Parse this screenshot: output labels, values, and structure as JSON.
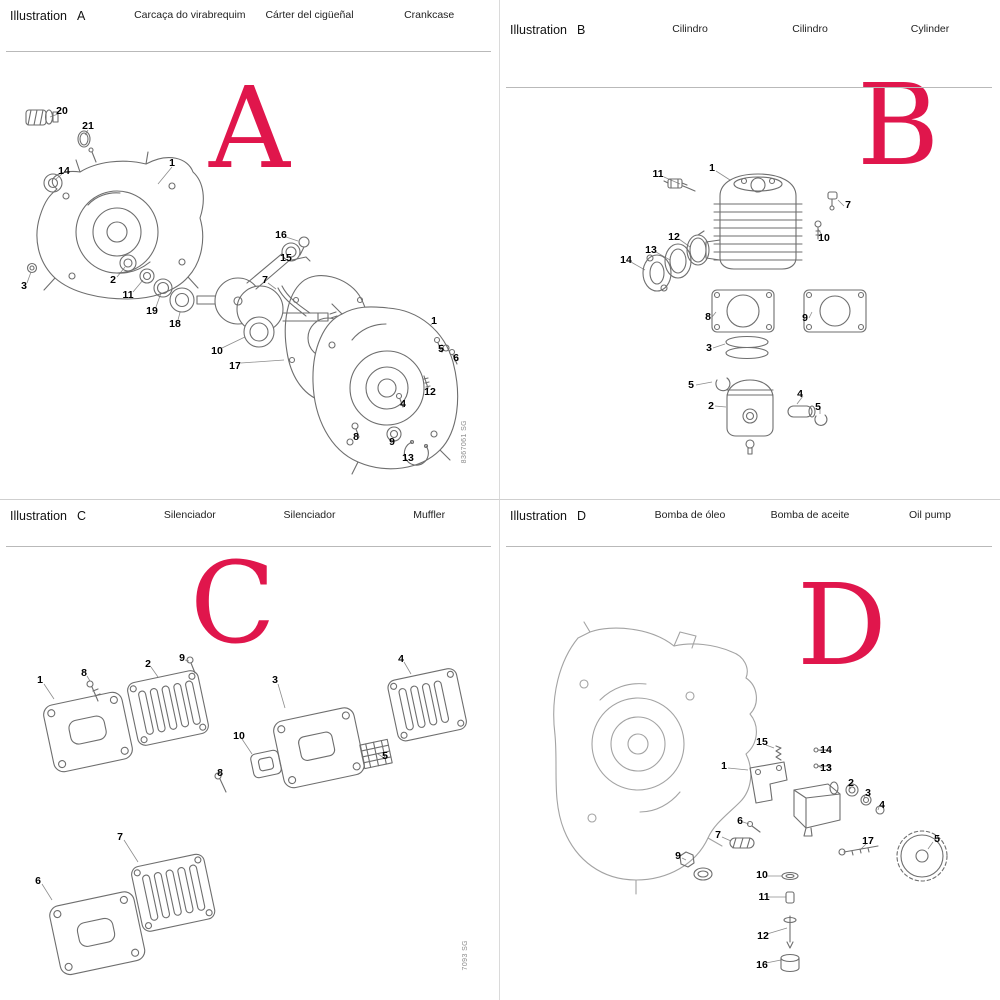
{
  "page": {
    "background": "#ffffff",
    "accent_color": "#e0164c"
  },
  "panels": {
    "a": {
      "title": "Illustration",
      "letter": "A",
      "big_letter": "A",
      "labels": [
        "Carcaça do virabrequim",
        "Cárter del cigüeñal",
        "Crankcase"
      ],
      "code": "8367061 SG",
      "callouts": [
        {
          "n": "20"
        },
        {
          "n": "21"
        },
        {
          "n": "14"
        },
        {
          "n": "1"
        },
        {
          "n": "3"
        },
        {
          "n": "2"
        },
        {
          "n": "11"
        },
        {
          "n": "19"
        },
        {
          "n": "18"
        },
        {
          "n": "10"
        },
        {
          "n": "17"
        },
        {
          "n": "16"
        },
        {
          "n": "15"
        },
        {
          "n": "7"
        },
        {
          "n": "1"
        },
        {
          "n": "5"
        },
        {
          "n": "6"
        },
        {
          "n": "12"
        },
        {
          "n": "4"
        },
        {
          "n": "8"
        },
        {
          "n": "9"
        },
        {
          "n": "13"
        }
      ]
    },
    "b": {
      "title": "Illustration",
      "letter": "B",
      "big_letter": "B",
      "labels": [
        "Cilindro",
        "Cilindro",
        "Cylinder"
      ],
      "callouts": [
        {
          "n": "11"
        },
        {
          "n": "1"
        },
        {
          "n": "7"
        },
        {
          "n": "10"
        },
        {
          "n": "12"
        },
        {
          "n": "13"
        },
        {
          "n": "14"
        },
        {
          "n": "8"
        },
        {
          "n": "9"
        },
        {
          "n": "3"
        },
        {
          "n": "5"
        },
        {
          "n": "2"
        },
        {
          "n": "4"
        },
        {
          "n": "5"
        }
      ]
    },
    "c": {
      "title": "Illustration",
      "letter": "C",
      "big_letter": "C",
      "labels": [
        "Silenciador",
        "Silenciador",
        "Muffler"
      ],
      "code": "7093 SG",
      "callouts": [
        {
          "n": "1"
        },
        {
          "n": "8"
        },
        {
          "n": "2"
        },
        {
          "n": "9"
        },
        {
          "n": "3"
        },
        {
          "n": "4"
        },
        {
          "n": "10"
        },
        {
          "n": "5"
        },
        {
          "n": "8"
        },
        {
          "n": "6"
        },
        {
          "n": "7"
        }
      ]
    },
    "d": {
      "title": "Illustration",
      "letter": "D",
      "big_letter": "D",
      "labels": [
        "Bomba de óleo",
        "Bomba de aceite",
        "Oil pump"
      ],
      "callouts": [
        {
          "n": "15"
        },
        {
          "n": "14"
        },
        {
          "n": "1"
        },
        {
          "n": "13"
        },
        {
          "n": "2"
        },
        {
          "n": "3"
        },
        {
          "n": "4"
        },
        {
          "n": "6"
        },
        {
          "n": "7"
        },
        {
          "n": "17"
        },
        {
          "n": "5"
        },
        {
          "n": "9"
        },
        {
          "n": "10"
        },
        {
          "n": "11"
        },
        {
          "n": "12"
        },
        {
          "n": "16"
        }
      ]
    }
  }
}
